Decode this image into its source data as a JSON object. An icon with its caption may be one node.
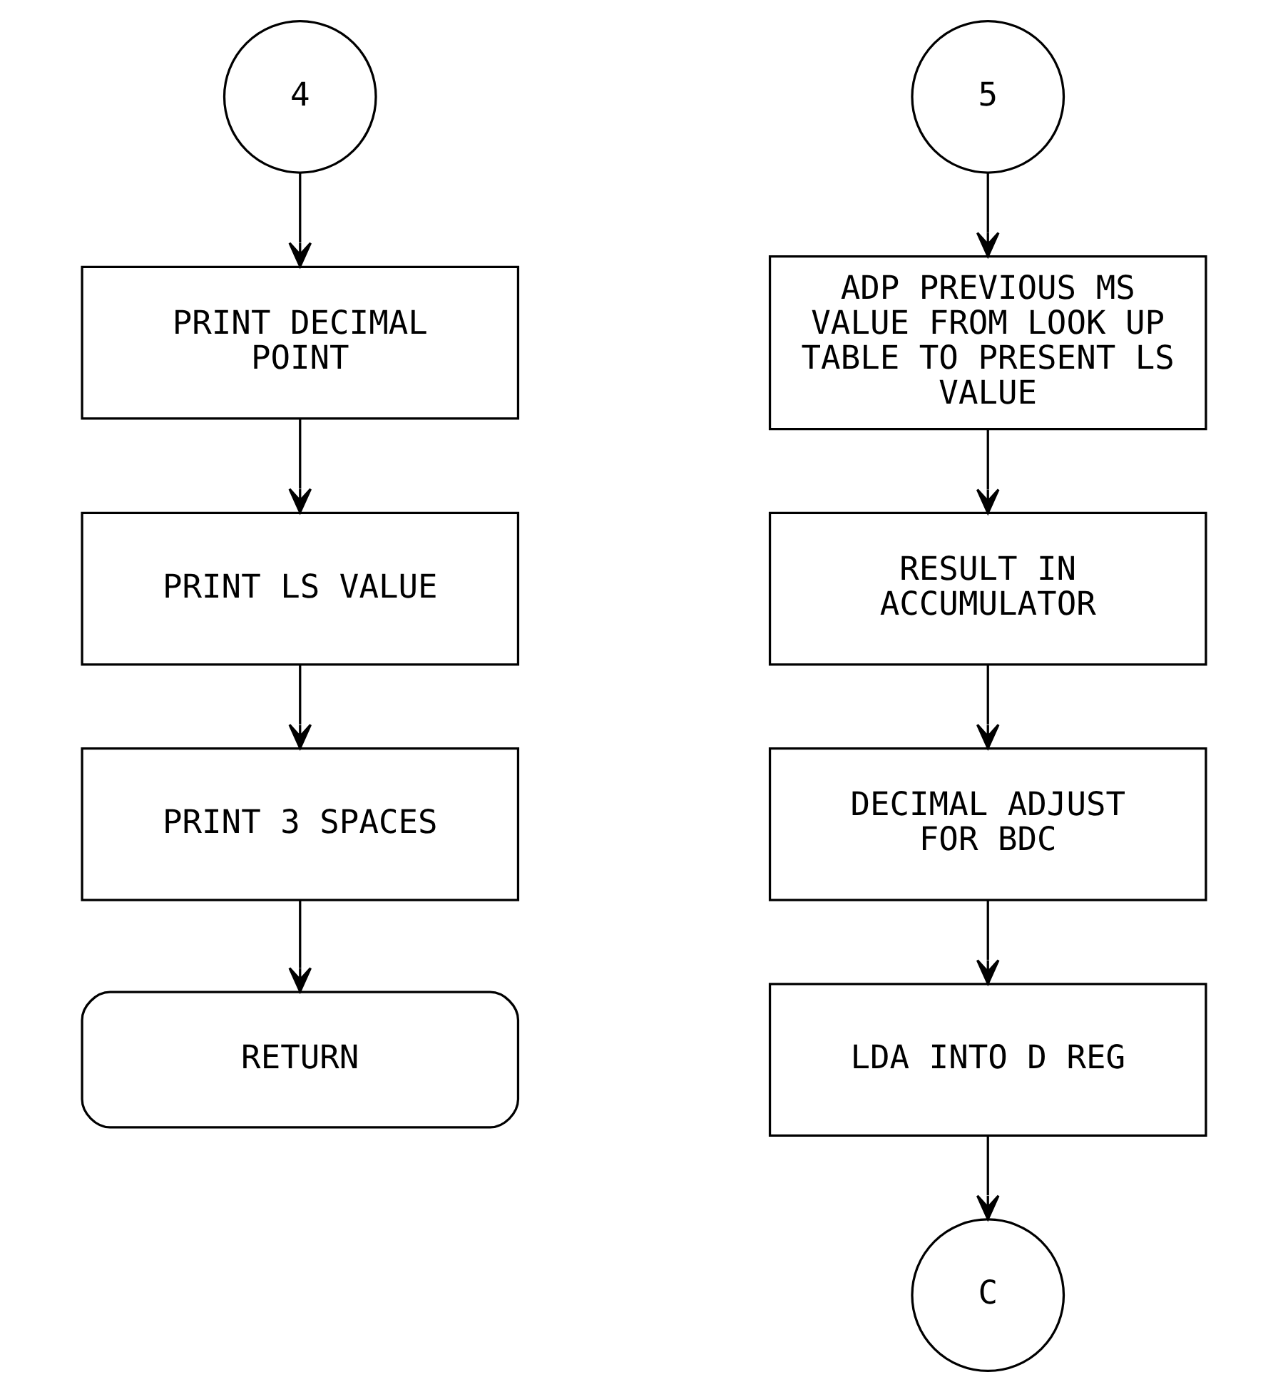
{
  "diagram": {
    "nodes": [
      {
        "text": [
          "4"
        ]
      },
      {
        "text": [
          "PRINT DECIMAL POINT"
        ]
      },
      {
        "text": [
          "PRINT LS VALUE"
        ]
      },
      {
        "text": [
          "PRINT 3 SPACES"
        ]
      },
      {
        "text": [
          "RETURN"
        ]
      },
      {
        "text": [
          "5"
        ]
      },
      {
        "text": [
          "ADP PREVIOUS MS VALUE FROM LOOK UP TABLE TO PRESENT LS VALUE"
        ]
      },
      {
        "text": [
          "RESULT IN ACCUMULATOR"
        ]
      },
      {
        "text": [
          "DECIMAL ADJUST FOR BDC"
        ]
      },
      {
        "text": [
          "LDA INTO D REG"
        ]
      },
      {
        "text": [
          "C"
        ]
      }
    ],
    "edges": [
      {
        "from": 0,
        "to": 1,
        "arrow": "to"
      },
      {
        "from": 1,
        "to": 2,
        "arrow": "to"
      },
      {
        "from": 2,
        "to": 3,
        "arrow": "to"
      },
      {
        "from": 3,
        "to": 4,
        "arrow": "to"
      },
      {
        "from": 5,
        "to": 6,
        "arrow": "to"
      },
      {
        "from": 6,
        "to": 7,
        "arrow": "to"
      },
      {
        "from": 7,
        "to": 8,
        "arrow": "to"
      },
      {
        "from": 8,
        "to": 9,
        "arrow": "to"
      },
      {
        "from": 9,
        "to": 10,
        "arrow": "to"
      }
    ]
  }
}
